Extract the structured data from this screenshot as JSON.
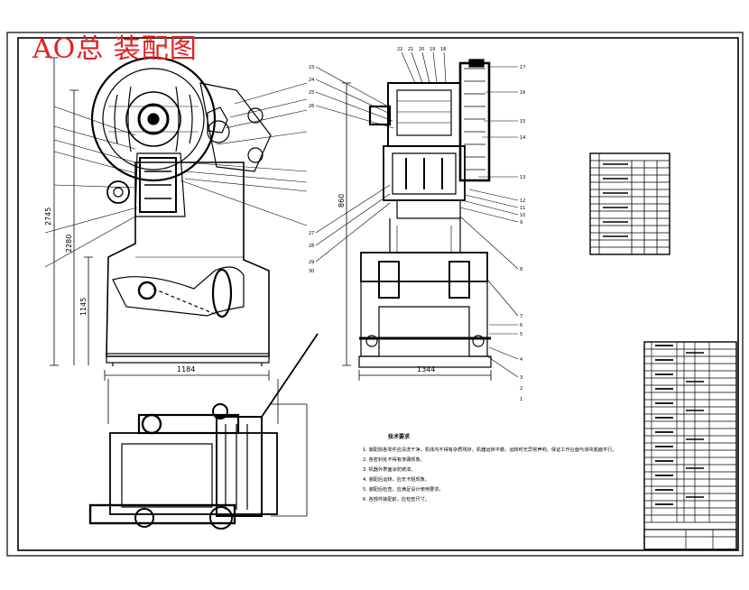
{
  "drawing": {
    "stamp_title": "AO总 装配图",
    "accent_color": "#e02020",
    "line_color": "#000000",
    "paper_color": "#ffffff"
  },
  "dimensions": {
    "front_height_total": "2745",
    "front_height_mid": "2280",
    "front_height_lower": "1145",
    "front_width": "1184",
    "side_height": "860",
    "side_width": "1344"
  },
  "notes": {
    "heading": "技术要求",
    "items": [
      "1. 装配前各零件应清洗干净，机体内不得有杂质残存，机器运转平稳，运转时无异常声响，保证工作台面与滑块底面平行。",
      "2. 各密封处不得有渗漏现象。",
      "3. 机器外表面涂防锈漆。",
      "4. 装配后运转，应无卡阻现象。",
      "5. 装配后检查，应满足设计使用要求。",
      "6. 各部件装配前，应检查尺寸。"
    ]
  },
  "side_callouts_right": [
    "17",
    "16",
    "15",
    "14",
    "13",
    "12",
    "11",
    "10",
    "9",
    "8",
    "7",
    "6",
    "5",
    "4",
    "3",
    "2",
    "1"
  ],
  "side_callouts_top": [
    "22",
    "21",
    "20",
    "19",
    "18"
  ],
  "side_callouts_left": [
    "23",
    "24",
    "25",
    "26",
    "27",
    "28",
    "29",
    "30"
  ]
}
